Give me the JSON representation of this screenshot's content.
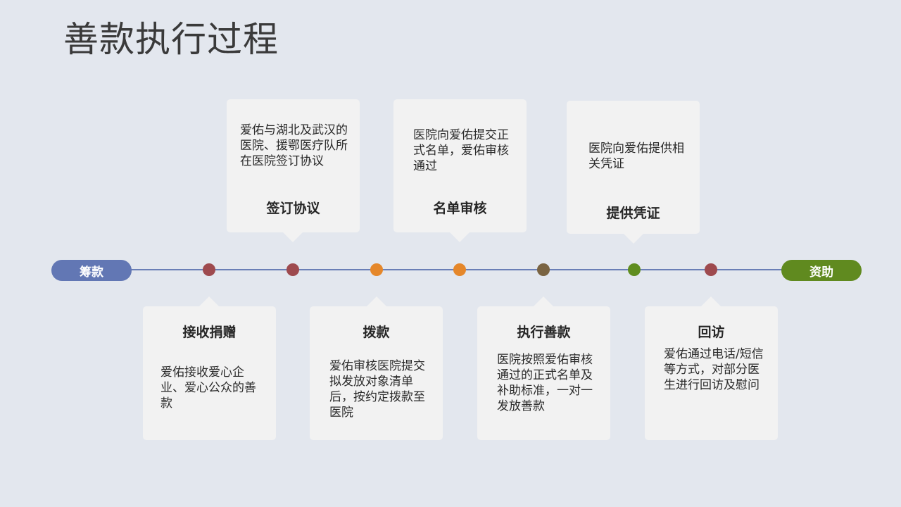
{
  "title": "善款执行过程",
  "start_label": "筹款",
  "end_label": "资助",
  "colors": {
    "line": "#6a7fb6",
    "start_pill": "#6277b4",
    "end_pill": "#608a1f",
    "card_bg": "#f2f2f2",
    "page_bg": "#e3e7ee"
  },
  "nodes": [
    {
      "color": "#9e4a4e"
    },
    {
      "color": "#9e4a4e"
    },
    {
      "color": "#e5872a"
    },
    {
      "color": "#e5872a"
    },
    {
      "color": "#7a6442"
    },
    {
      "color": "#5f8d1f"
    },
    {
      "color": "#9e4a4e"
    }
  ],
  "top_cards": [
    {
      "heading": "签订协议",
      "text": "爱佑与湖北及武汉的医院、援鄂医疗队所在医院签订协议"
    },
    {
      "heading": "名单审核",
      "text": "医院向爱佑提交正式名单，爱佑审核通过"
    },
    {
      "heading": "提供凭证",
      "text": "医院向爱佑提供相关凭证"
    }
  ],
  "bottom_cards": [
    {
      "heading": "接收捐赠",
      "text": "爱佑接收爱心企业、爱心公众的善款"
    },
    {
      "heading": "拨款",
      "text": "爱佑审核医院提交拟发放对象清单后，按约定拨款至医院"
    },
    {
      "heading": "执行善款",
      "text": "医院按照爱佑审核通过的正式名单及补助标准，一对一发放善款"
    },
    {
      "heading": "回访",
      "text": "爱佑通过电话/短信等方式，对部分医生进行回访及慰问"
    }
  ]
}
